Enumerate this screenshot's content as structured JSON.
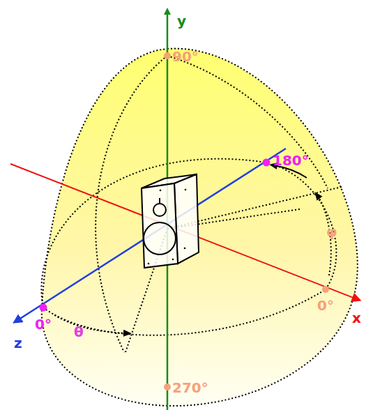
{
  "diagram": {
    "labels": [
      "y",
      "90°",
      "180°",
      "φ",
      "0°",
      "x",
      "z",
      "0°",
      "θ",
      "270°"
    ]
  }
}
